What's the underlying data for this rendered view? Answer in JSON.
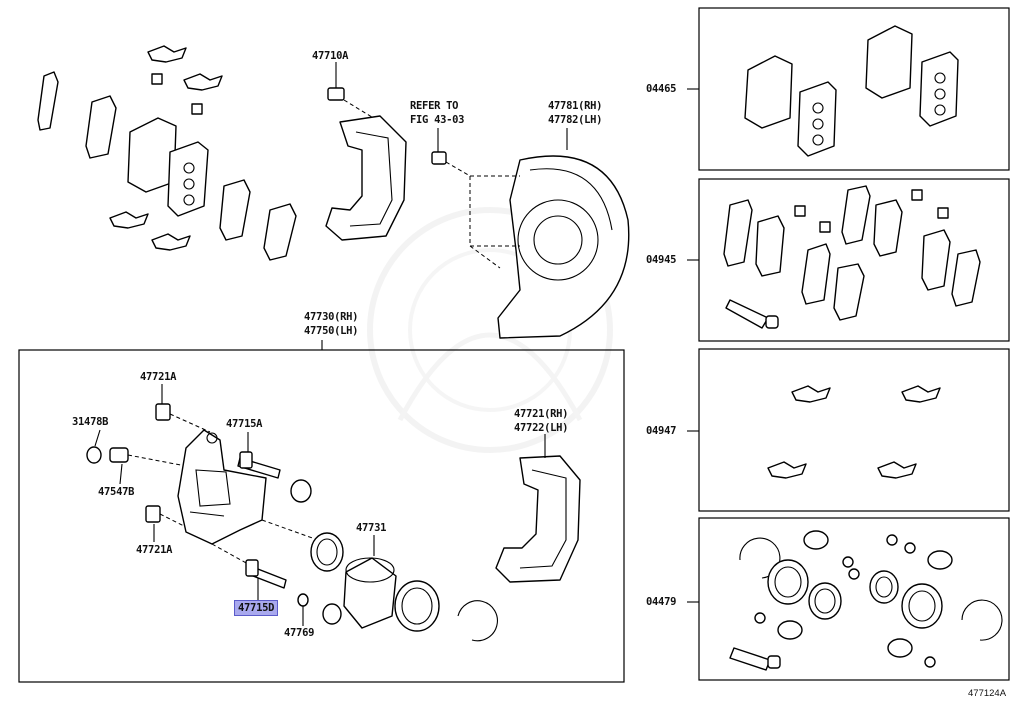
{
  "figure_code": "477124A",
  "labels": {
    "p47710A": "47710A",
    "refer_to_1": "REFER TO",
    "refer_to_2": "FIG 43-03",
    "p47781": "47781(RH)",
    "p47782": "47782(LH)",
    "p47730": "47730(RH)",
    "p47750": "47750(LH)",
    "p47721A_top": "47721A",
    "p31478B": "31478B",
    "p47715A": "47715A",
    "p47547B": "47547B",
    "p47721A_bottom": "47721A",
    "p47731": "47731",
    "p47721": "47721(RH)",
    "p47722": "47722(LH)",
    "p47715D": "47715D",
    "p47769": "47769"
  },
  "kits": {
    "k04465": "04465",
    "k04945": "04945",
    "k04947": "04947",
    "k04479": "04479"
  },
  "highlight_color": "#a9a9ee"
}
